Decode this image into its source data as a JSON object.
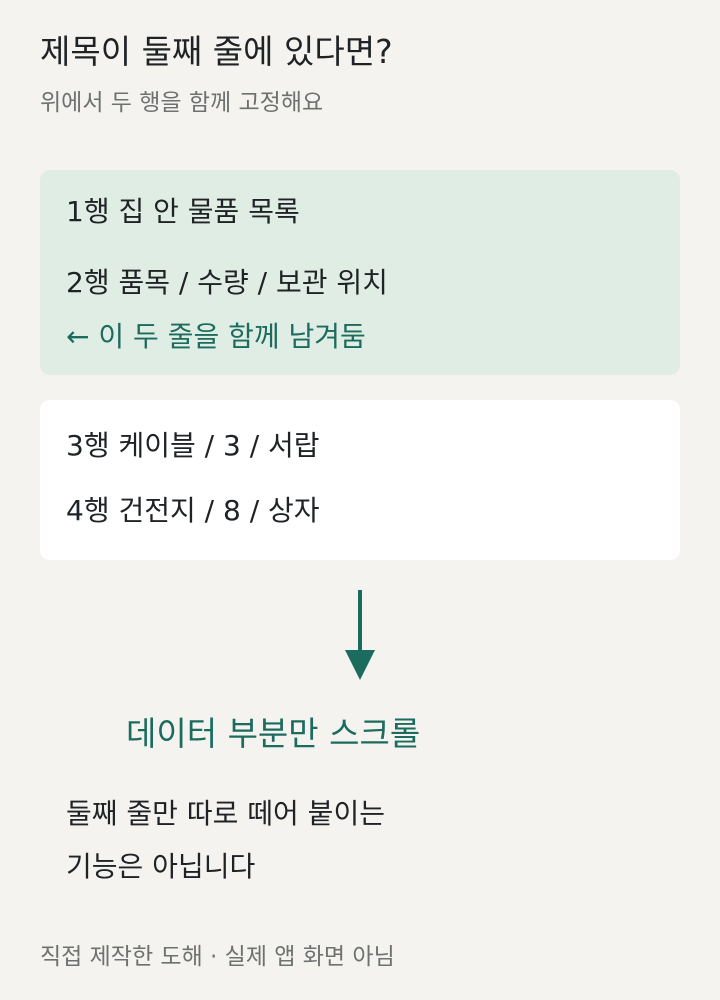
{
  "header": {
    "title": "제목이 둘째 줄에 있다면?",
    "subtitle": "위에서 두 행을 함께 고정해요"
  },
  "frozen_rows": {
    "row1": "1행 집 안 물품 목록",
    "row2": "2행 품목 / 수량 / 보관 위치",
    "note": "← 이 두 줄을 함께 남겨둠"
  },
  "scroll_rows": {
    "row3": "3행 케이블 / 3 / 서랍",
    "row4": "4행 건전지 / 8 / 상자"
  },
  "scroll_label": "데이터 부분만 스크롤",
  "description": {
    "line1": "둘째 줄만 따로 떼어 붙이는",
    "line2": "기능은 아닙니다"
  },
  "footer": "직접 제작한 도해 · 실제 앱 화면 아님",
  "colors": {
    "background": "#f4f3ef",
    "frozen_fill": "#e0ede4",
    "accent": "#1b6b5e",
    "text": "#1f2326",
    "muted": "#6d7170"
  },
  "icons": {
    "note_arrow": "left-arrow-icon",
    "scroll_arrow": "down-arrow-icon"
  }
}
